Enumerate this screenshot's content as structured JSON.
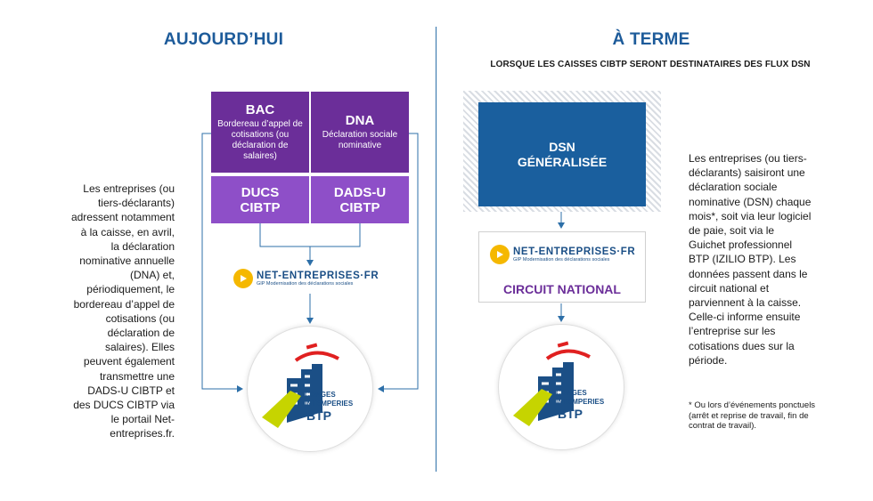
{
  "left": {
    "title": "AUJOURD’HUI",
    "bac": {
      "title": "BAC",
      "desc": "Bordereau d’appel de cotisations (ou déclaration de salaires)"
    },
    "dna": {
      "title": "DNA",
      "desc": "Déclaration sociale nominative"
    },
    "ducs": {
      "line1": "DUCS",
      "line2": "CIBTP"
    },
    "dadsu": {
      "line1": "DADS-U",
      "line2": "CIBTP"
    },
    "paragraph": "Les entreprises (ou tiers-déclarants) adressent notamment à la caisse, en avril, la déclaration nominative annuelle (DNA) et, périodiquement, le bordereau d’appel de cotisations (ou déclaration de salaires). Elles peuvent également transmettre une DADS-U CIBTP et des DUCS CIBTP via le portail Net-entreprises.fr."
  },
  "right": {
    "title": "À TERME",
    "subtitle": "LORSQUE LES CAISSES CIBTP SERONT DESTINATAIRES DES FLUX DSN",
    "dsn": {
      "line1": "DSN",
      "line2": "GÉNÉRALISÉE"
    },
    "circuit": "CIRCUIT NATIONAL",
    "paragraph": "Les entreprises (ou tiers-déclarants) saisiront une déclaration sociale nominative (DSN) chaque mois*, soit via leur logiciel de paie, soit via le Guichet professionnel BTP (IZILIO BTP). Les données passent dans le circuit national et parviennent à la caisse. Celle-ci informe ensuite l’entreprise sur les cotisations dues sur la période.",
    "footnote": "* Ou lors d’événements ponctuels (arrêt et reprise de travail, fin de contrat de travail)."
  },
  "net_entreprises": {
    "name": "NET-ENTREPRISES·FR",
    "tagline": "GIP Modernisation des déclarations sociales"
  },
  "cibtp_logo": {
    "line1": "CONGES",
    "line2": "INTEMPERIES",
    "line3": "BTP"
  },
  "colors": {
    "blue_title": "#1d5b9a",
    "purple_dark": "#6b2e99",
    "purple_light": "#8e4fc8",
    "dsn_blue": "#1a5f9e",
    "arrow": "#2d6fa8",
    "yellow": "#f5b800",
    "green": "#c6d400",
    "red": "#e02020"
  }
}
